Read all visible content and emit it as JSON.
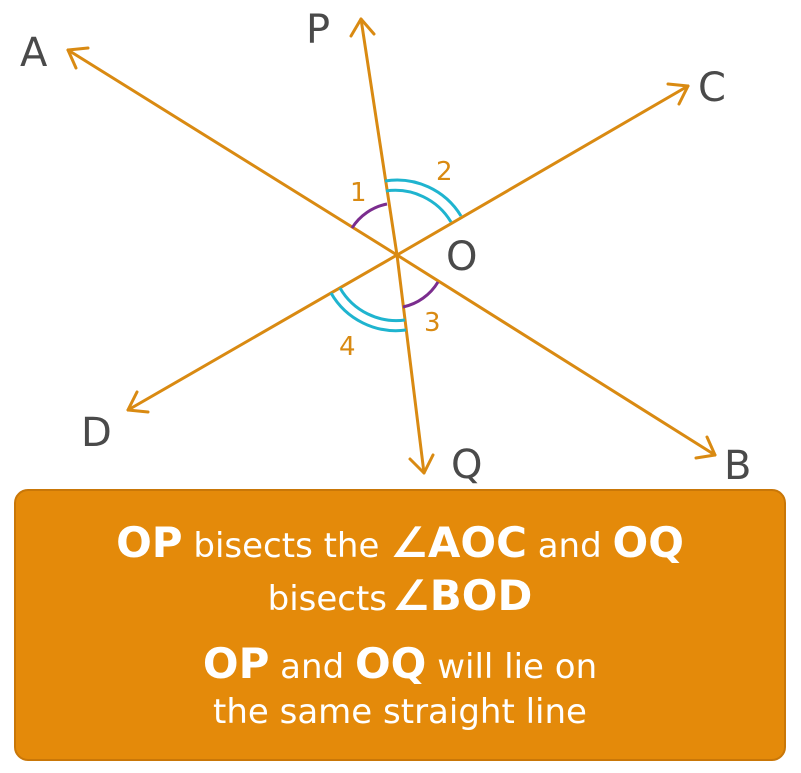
{
  "diagram": {
    "points": {
      "A": "A",
      "B": "B",
      "C": "C",
      "D": "D",
      "P": "P",
      "Q": "Q",
      "O": "O"
    },
    "angles": {
      "one": "1",
      "two": "2",
      "three": "3",
      "four": "4"
    },
    "colors": {
      "lines": "#d98a12",
      "arc_single": "#7b2d8e",
      "arc_double": "#1fb4cf",
      "labels": "#4a4a4a"
    }
  },
  "caption": {
    "l1_op": "OP",
    "l1_text": " bisects the ",
    "l1_angle": "∠AOC",
    "l1_and": " and ",
    "l1_oq": "OQ",
    "l2_text": "bisects",
    "l2_angle": "∠BOD",
    "l3_op": "OP",
    "l3_and": " and ",
    "l3_oq": "OQ",
    "l3_text": " will lie on",
    "l4_text": "the same straight line",
    "colors": {
      "background": "#e48a0a",
      "text": "#ffffff"
    }
  }
}
